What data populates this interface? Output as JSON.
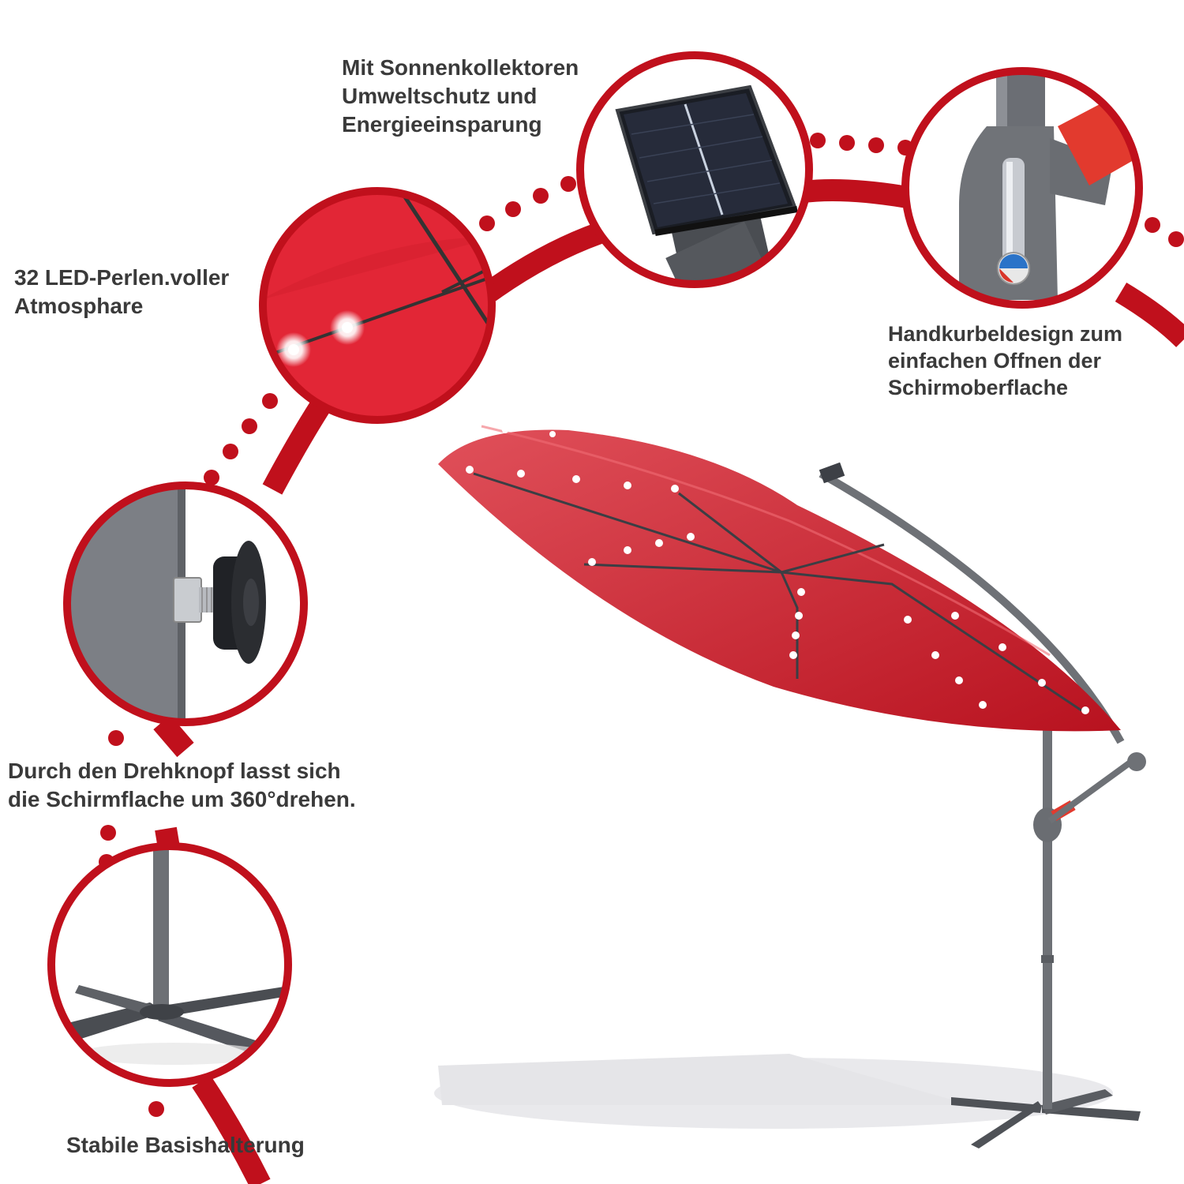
{
  "accent_color": "#c0101c",
  "features": {
    "solar": {
      "lines": [
        "Mit Sonnenkollektoren",
        "Umweltschutz und",
        "Energieeinsparung"
      ]
    },
    "led": {
      "lines": [
        "32 LED-Perlen.voller",
        "Atmosphare"
      ]
    },
    "crank": {
      "lines": [
        "Handkurbeldesign zum",
        "einfachen Offnen der",
        "Schirmoberflache"
      ]
    },
    "rotate": {
      "lines": [
        "Durch den Drehknopf lasst sich",
        "die Schirmflache um 360°drehen."
      ]
    },
    "base": {
      "lines": [
        "Stabile Basishalterung"
      ]
    }
  },
  "icons": [
    "solar-panel",
    "led-beads",
    "hand-crank",
    "rotation-knob",
    "cross-base",
    "cantilever-umbrella"
  ]
}
